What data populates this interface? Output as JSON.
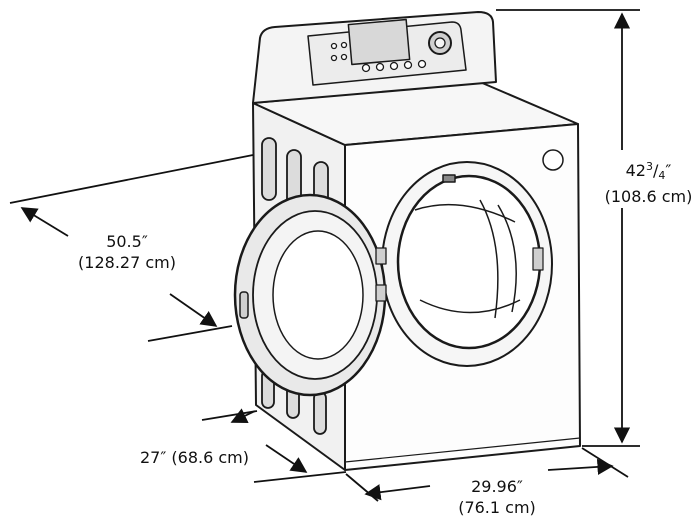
{
  "dimensions": {
    "depth": {
      "value": "50.5″",
      "metric": "(128.27 cm)"
    },
    "height": {
      "whole": "42",
      "num": "3",
      "slash": "/",
      "den": "4",
      "inch_mark": "″",
      "metric": "(108.6 cm)"
    },
    "side": {
      "label": "27″ (68.6 cm)"
    },
    "width": {
      "value": "29.96″",
      "metric": "(76.1 cm)"
    }
  }
}
